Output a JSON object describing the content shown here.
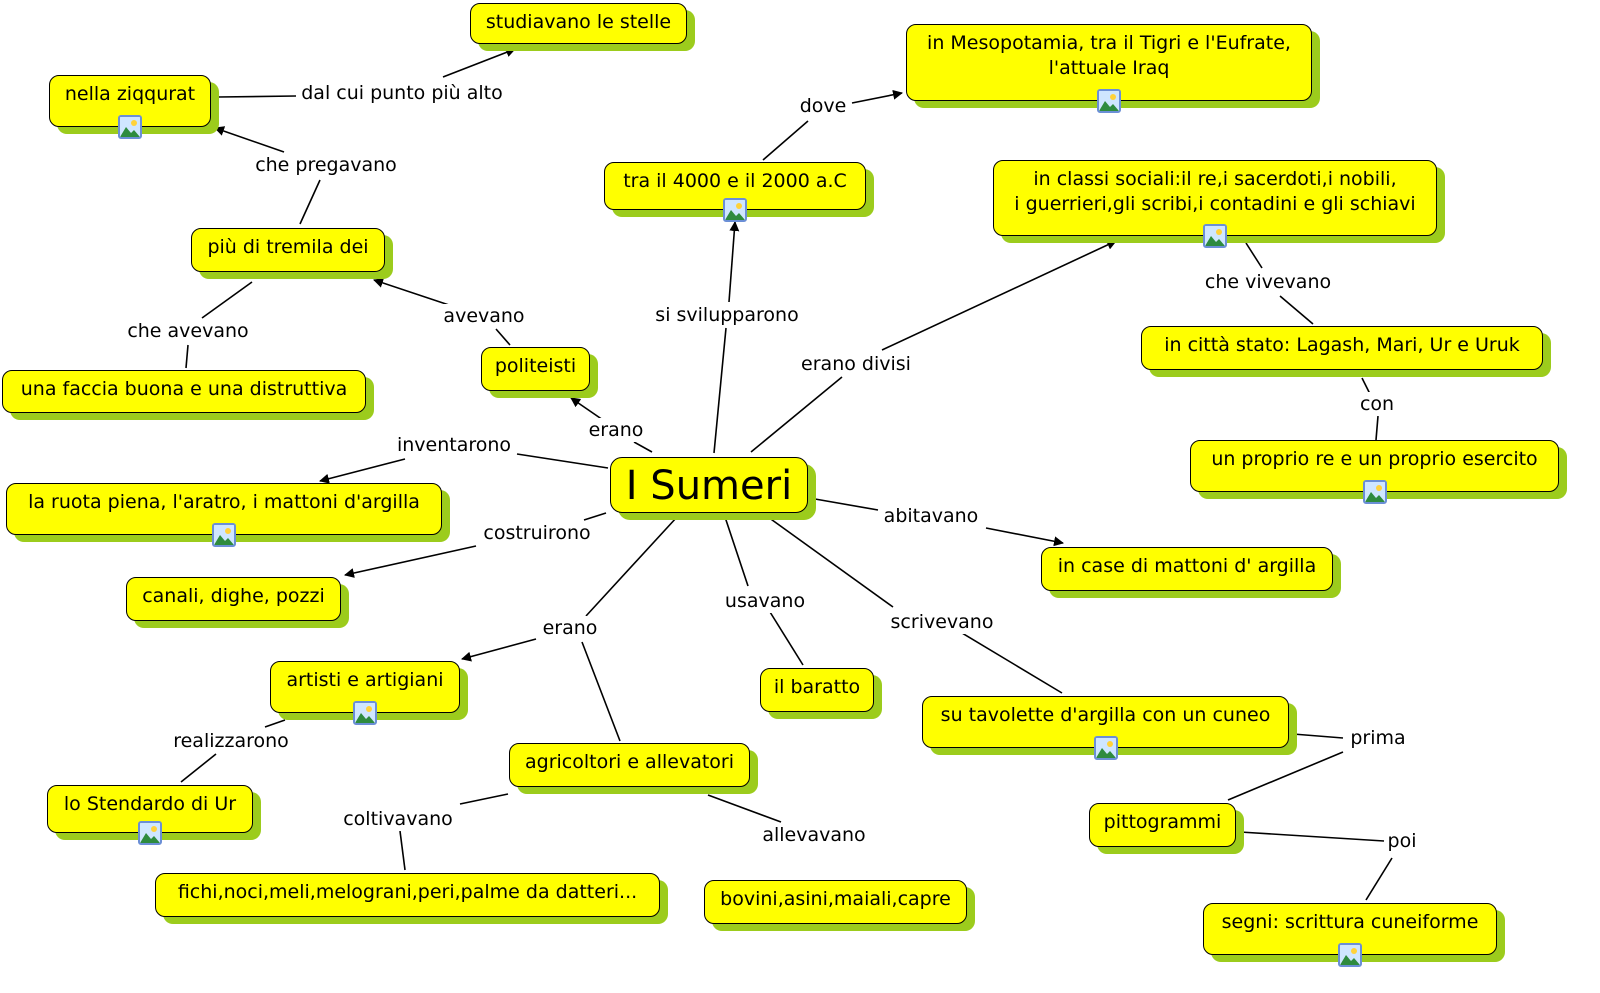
{
  "colors": {
    "node_fill": "#ffff00",
    "node_shadow": "#9ccc1c",
    "line": "#000000"
  },
  "icon": "image-icon",
  "nodes": {
    "sumeri": "I Sumeri",
    "stelle": "studiavano le stelle",
    "ziqqurat": "nella ziqqurat",
    "tremila": "più di tremila dei",
    "faccia": "una faccia buona e una distruttiva",
    "politeisti": "politeisti",
    "tra4000": "tra il 4000 e il 2000 a.C",
    "mesopotamia_1": "in Mesopotamia, tra il Tigri e l'Eufrate,",
    "mesopotamia_2": "l'attuale Iraq",
    "classi_1": "in classi sociali:il re,i sacerdoti,i nobili,",
    "classi_2": "i guerrieri,gli scribi,i contadini e gli schiavi",
    "citta": "in città stato: Lagash, Mari, Ur e Uruk",
    "re": "un proprio re e un proprio esercito",
    "ruota": "la ruota piena, l'aratro, i mattoni d'argilla",
    "canali": "canali, dighe, pozzi",
    "case": "in case di mattoni d' argilla",
    "artisti": "artisti e artigiani",
    "stendardo": "lo Stendardo di Ur",
    "agricoltori": "agricoltori e allevatori",
    "fichi": "fichi,noci,meli,melograni,peri,palme da datteri...",
    "bovini": "bovini,asini,maiali,capre",
    "baratto": "il baratto",
    "tavolette": "su tavolette d'argilla con un cuneo",
    "pittogrammi": "pittogrammi",
    "segni": "segni: scrittura cuneiforme"
  },
  "links": {
    "dal_cui": "dal cui punto più alto",
    "pregavano": "che pregavano",
    "che_avevano": "che avevano",
    "avevano": "avevano",
    "erano_pol": "erano",
    "si_svilupparono": "si svilupparono",
    "dove": "dove",
    "erano_divisi": "erano divisi",
    "che_vivevano": "che vivevano",
    "con": "con",
    "inventarono": "inventarono",
    "costruirono": "costruirono",
    "abitavano": "abitavano",
    "erano_art": "erano",
    "realizzarono": "realizzarono",
    "coltivavano": "coltivavano",
    "allevavano": "allevavano",
    "usavano": "usavano",
    "scrivevano": "scrivevano",
    "prima": "prima",
    "poi": "poi"
  }
}
